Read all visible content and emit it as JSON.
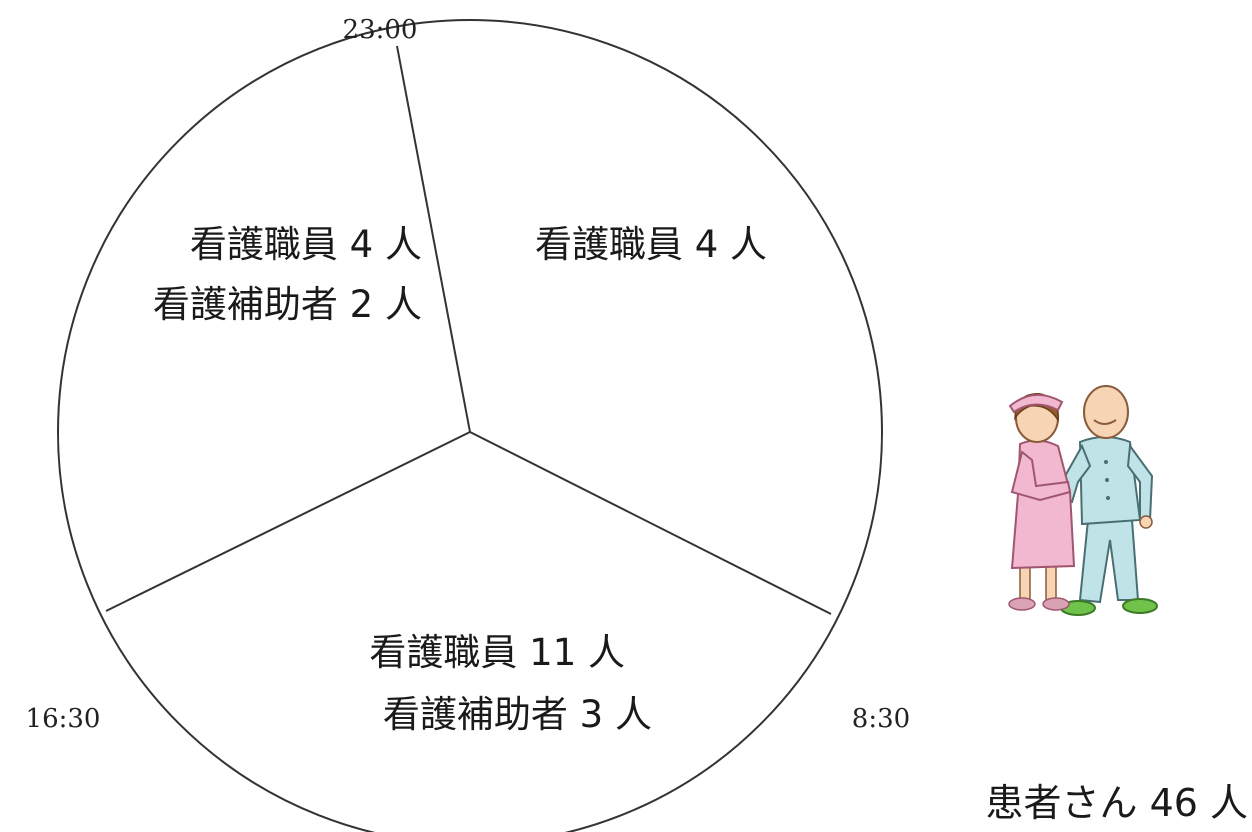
{
  "times": {
    "night_start": "23:00",
    "day_start": "8:30",
    "evening_start": "16:30"
  },
  "shifts": [
    {
      "period": "23:00-8:30",
      "lines": [
        "看護職員 4 人"
      ]
    },
    {
      "period": "8:30-16:30",
      "lines": [
        "看護職員 11 人",
        "看護補助者 3 人"
      ]
    },
    {
      "period": "16:30-23:00",
      "lines": [
        "看護職員 4 人",
        "看護補助者 2 人"
      ]
    }
  ],
  "patients": {
    "label": "患者さん 46 人"
  },
  "illustration": {
    "name": "nurse-and-patient-illustration",
    "colors": {
      "nurse_uniform": "#f2b8cf",
      "patient_pajamas": "#bfe3e6",
      "slippers": "#6fc24a",
      "skin": "#f6d4b4"
    }
  },
  "colors": {
    "lines": "#333333",
    "background": "#ffffff"
  }
}
